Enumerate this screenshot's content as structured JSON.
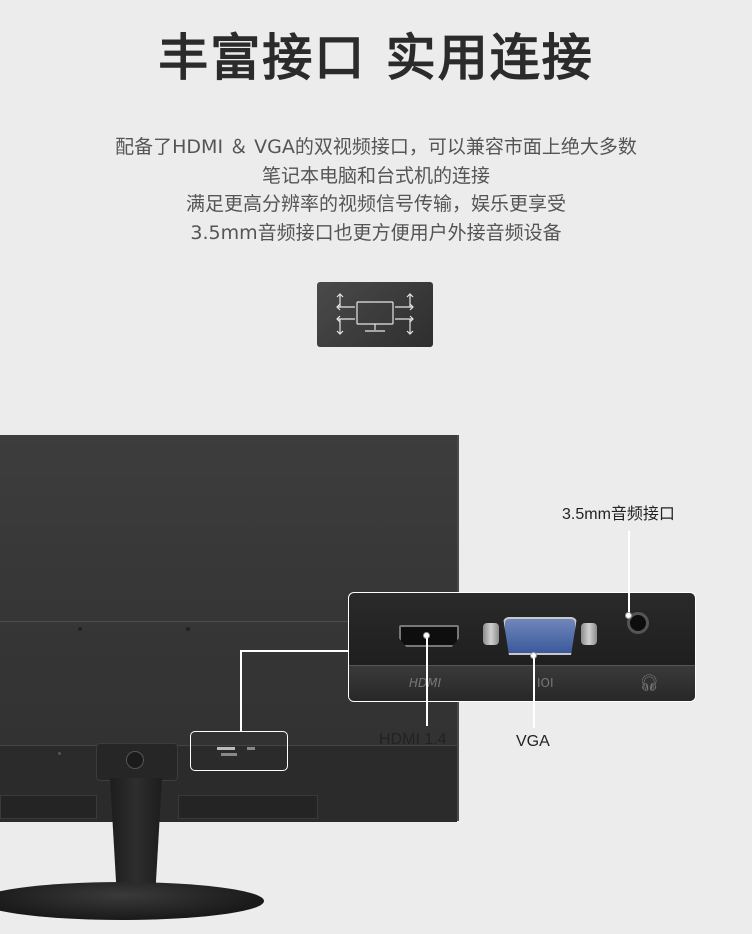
{
  "heading": "丰富接口 实用连接",
  "description": [
    "配备了HDMI ＆ VGA的双视频接口，可以兼容市面上绝大多数",
    "笔记本电脑和台式机的连接",
    "满足更高分辨率的视频信号传输，娱乐更享受",
    "3.5mm音频接口也更方便用户外接音频设备"
  ],
  "icon": "monitor-connections-icon",
  "port_labels": {
    "audio": "3.5mm音频接口",
    "hdmi": "HDMI 1.4",
    "vga": "VGA"
  },
  "shelf_text": {
    "hdmi": "HDMI",
    "vga": "IOI"
  },
  "colors": {
    "background": "#ececec",
    "monitor_body": "#363636",
    "vga_blue": "#4f6ca8",
    "icon_badge": "#3a3a3a"
  }
}
